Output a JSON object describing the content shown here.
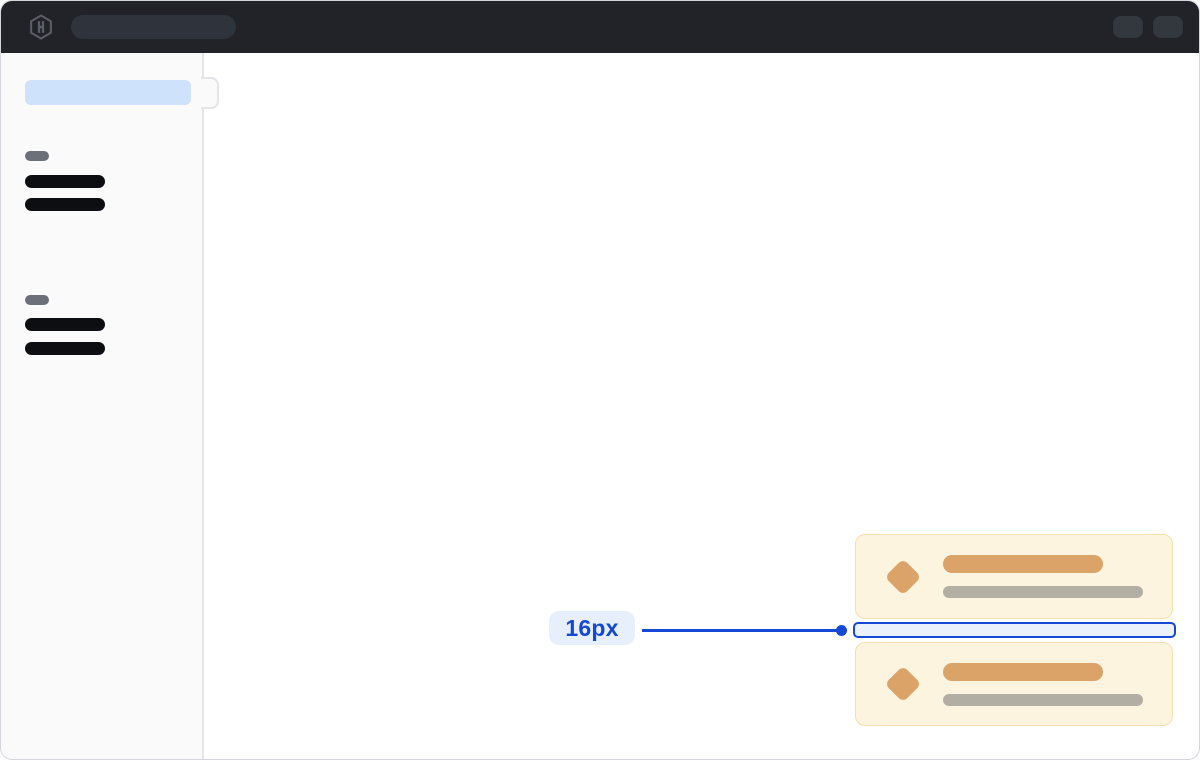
{
  "annotation": {
    "label": "16px"
  },
  "colors": {
    "accent": "#1648d6",
    "annotation_label_bg": "#e7eefc",
    "gap_fill": "#eaf1fd",
    "topbar_bg": "#212329",
    "topbar_pill": "#2f333b",
    "topbar_button": "#33373e",
    "logo": "#5b5e66",
    "frame_border": "#d5d6db",
    "sidebar_bg": "#fafafa",
    "sidebar_border": "#e4e4e9",
    "sidebar_active_bg": "#cfe2fc",
    "skeleton_badge": "#6b7079",
    "skeleton_bar": "#0c0e12",
    "toast_bg": "#fdf4df",
    "toast_border": "#f3e0ae",
    "toast_accent": "#dba368",
    "toast_muted": "#b3aea4"
  },
  "structure": {
    "sidebar_groups": 2,
    "toast_count": 2,
    "toast_icon": "diamond"
  }
}
